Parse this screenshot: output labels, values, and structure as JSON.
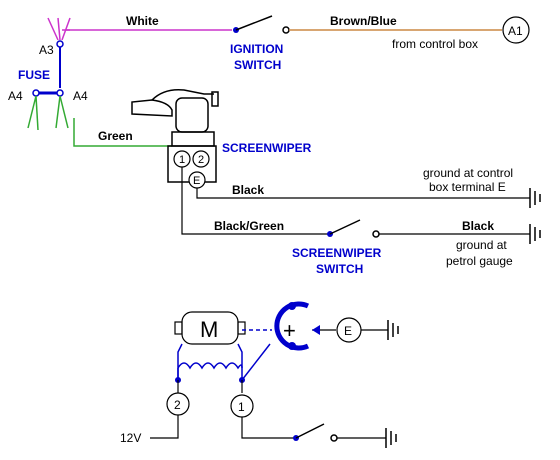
{
  "colors": {
    "white_wire": "#cc33cc",
    "brown_blue_wire": "#cc8844",
    "green_wire": "#33aa33",
    "black_wire": "#000000",
    "component_blue": "#0000cc"
  },
  "wires": {
    "white": "White",
    "brown_blue": "Brown/Blue",
    "green": "Green",
    "black_top": "Black",
    "black_green": "Black/Green",
    "black_right": "Black"
  },
  "components": {
    "ignition_line1": "IGNITION",
    "ignition_line2": "SWITCH",
    "fuse": "FUSE",
    "screenwiper": "SCREENWIPER",
    "sw_switch_line1": "SCREENWIPER",
    "sw_switch_line2": "SWITCH"
  },
  "terminals": {
    "a3": "A3",
    "a4_left": "A4",
    "a4_right": "A4",
    "a1": "A1",
    "t1": "1",
    "t2": "2",
    "e": "E",
    "motor": "M",
    "plus": "+"
  },
  "notes": {
    "control_box": "from control box",
    "ground_e_line1": "ground at control",
    "ground_e_line2": "box terminal E",
    "ground_petrol_line1": "ground at",
    "ground_petrol_line2": "petrol gauge",
    "supply": "12V"
  }
}
